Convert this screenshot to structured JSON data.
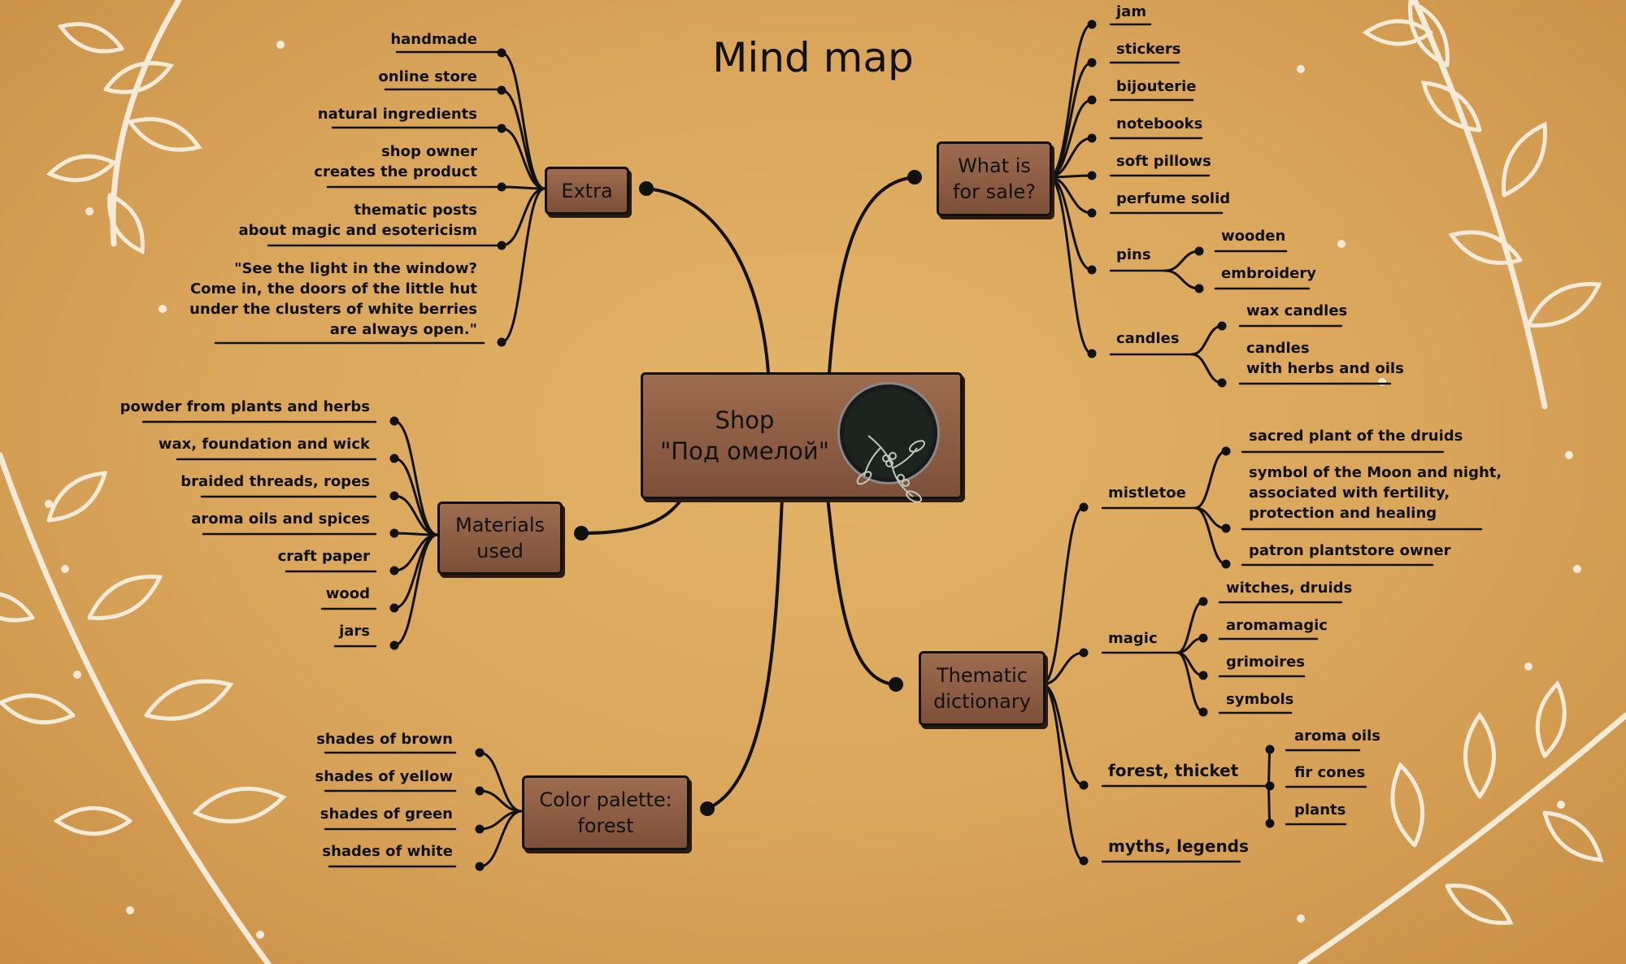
{
  "title": "Mind map",
  "center": {
    "text": "Shop\n\"Под омелой\""
  },
  "topics": {
    "extra": {
      "label": "Extra",
      "items": [
        "handmade",
        "online store",
        "natural ingredients",
        "shop owner\ncreates the product",
        "thematic posts\nabout magic and esotericism",
        "\"See the light in the window?\nCome in, the doors of the little hut\nunder the clusters of white berries\nare always open.\""
      ]
    },
    "materials": {
      "label": "Materials\nused",
      "items": [
        "powder from plants and herbs",
        "wax, foundation and wick",
        "braided threads, ropes",
        "aroma oils and spices",
        "craft paper",
        "wood",
        "jars"
      ]
    },
    "palette": {
      "label": "Color palette:\nforest",
      "items": [
        "shades of brown",
        "shades of yellow",
        "shades of green",
        "shades of white"
      ]
    },
    "sale": {
      "label": "What is\nfor sale?",
      "items": [
        "jam",
        "stickers",
        "bijouterie",
        "notebooks",
        "soft pillows",
        "perfume solid"
      ],
      "pins": {
        "label": "pins",
        "items": [
          "wooden",
          "embroidery"
        ]
      },
      "candles": {
        "label": "candles",
        "items": [
          "wax candles",
          "candles\nwith herbs and oils"
        ]
      }
    },
    "dict": {
      "label": "Thematic\ndictionary",
      "mistletoe": {
        "label": "mistletoe",
        "items": [
          "sacred plant of the druids",
          "symbol of the Moon and night,\nassociated with fertility,\nprotection and healing",
          "patron plantstore owner"
        ]
      },
      "magic": {
        "label": "magic",
        "items": [
          "witches, druids",
          "aromamagic",
          "grimoires",
          "symbols"
        ]
      },
      "forest": {
        "label": "forest, thicket",
        "items": [
          "aroma oils",
          "fir cones",
          "plants"
        ]
      },
      "myths": {
        "label": "myths, legends"
      }
    }
  },
  "colors": {
    "background": "#d9a55a",
    "box": "#8a5b42",
    "ink": "#111111",
    "decor": "#f4ead8"
  },
  "icons": [
    "mistletoe-emblem-icon",
    "leaf-branch-decor-icon"
  ]
}
